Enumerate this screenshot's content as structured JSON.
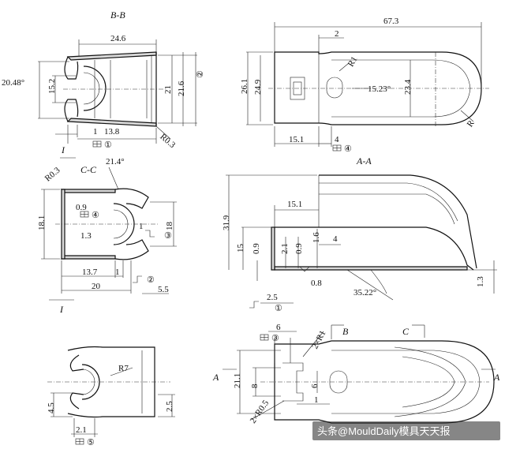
{
  "views": {
    "bb": {
      "title": "B-B",
      "dims": [
        "24.6",
        "20.48°",
        "15.2",
        "21",
        "21.6",
        "1",
        "13.8",
        "R0.3"
      ],
      "sym": [
        "②",
        "①"
      ]
    },
    "top": {
      "dims": [
        "67.3",
        "2",
        "R1",
        "26.1",
        "24.9",
        "15.23°",
        "23.4",
        "R",
        "15.1",
        "4"
      ],
      "sym": [
        "④"
      ]
    },
    "cc": {
      "title": "C-C",
      "section_mark": "I",
      "dims": [
        "R0.3",
        "21.4°",
        "0.9",
        "18.1",
        "1.3",
        "1",
        "18",
        "13.7",
        "1",
        "20",
        "5.5"
      ],
      "sym": [
        "④",
        "③",
        "②"
      ]
    },
    "aa": {
      "title": "A-A",
      "dims": [
        "15.1",
        "31.9",
        "15",
        "0.9",
        "2.1",
        "0.9",
        "1.6",
        "4",
        "0.8",
        "35.22°",
        "2.5",
        "1.3"
      ],
      "sym": [
        "①"
      ]
    },
    "bottom_left": {
      "dims": [
        "R7",
        "4.5",
        "2.5",
        "2.1"
      ],
      "sym": [
        "⑤"
      ]
    },
    "bottom_right": {
      "labels": [
        "B",
        "C",
        "A",
        "A"
      ],
      "dims": [
        "6",
        "2×R1",
        "21.1",
        "8",
        "6",
        "2×R0.5",
        "1"
      ],
      "sym": [
        "③"
      ]
    }
  },
  "watermark": "头条@MouldDaily模具天天报"
}
